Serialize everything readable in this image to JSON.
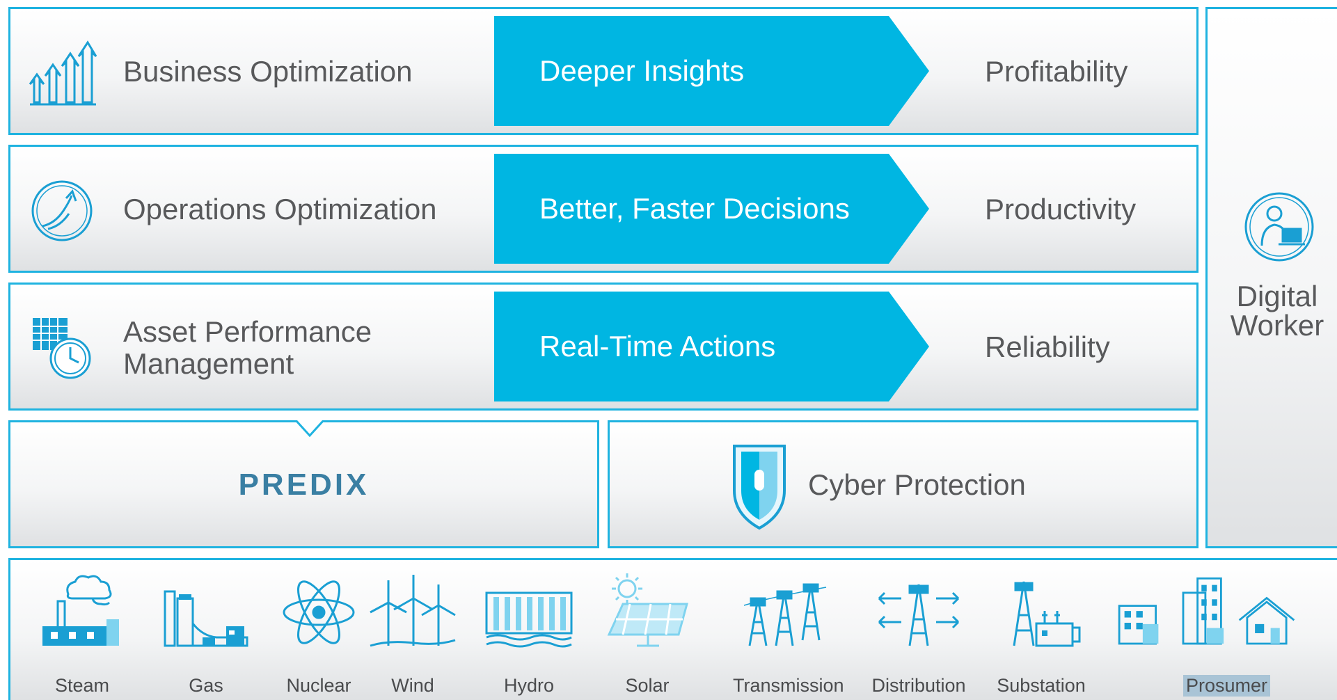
{
  "rows": [
    {
      "label_lines": [
        "Business Optimization"
      ],
      "action": "Deeper Insights",
      "outcome": "Profitability",
      "icon": "growth-arrows-icon"
    },
    {
      "label_lines": [
        "Operations Optimization"
      ],
      "action": "Better, Faster Decisions",
      "outcome": "Productivity",
      "icon": "upward-trend-circle-icon"
    },
    {
      "label_lines": [
        "Asset Performance",
        "Management"
      ],
      "action": "Real-Time Actions",
      "outcome": "Reliability",
      "icon": "calendar-clock-icon"
    }
  ],
  "digital_worker": {
    "line1": "Digital",
    "line2": "Worker",
    "icon": "worker-at-laptop-icon"
  },
  "predix": {
    "label": "PREDIX"
  },
  "cyber": {
    "label": "Cyber Protection",
    "icon": "shield-keyhole-icon"
  },
  "energy": [
    {
      "label": "Steam",
      "icon": "factory-smoke-icon"
    },
    {
      "label": "Gas",
      "icon": "gas-plant-icon"
    },
    {
      "label": "Nuclear",
      "icon": "atom-icon"
    },
    {
      "label": "Wind",
      "icon": "wind-turbines-icon"
    },
    {
      "label": "Hydro",
      "icon": "dam-icon"
    },
    {
      "label": "Solar",
      "icon": "solar-panel-icon"
    },
    {
      "label": "Transmission",
      "icon": "transmission-towers-icon"
    },
    {
      "label": "Distribution",
      "icon": "distribution-tower-icon"
    },
    {
      "label": "Substation",
      "icon": "substation-icon"
    },
    {
      "label": "Prosumer",
      "icon": "city-buildings-icon"
    }
  ],
  "colors": {
    "accent": "#00b6e2",
    "border": "#1fb3e0",
    "text": "#58595b",
    "icon": "#1a9fd3",
    "predix": "#3a7fa3"
  }
}
